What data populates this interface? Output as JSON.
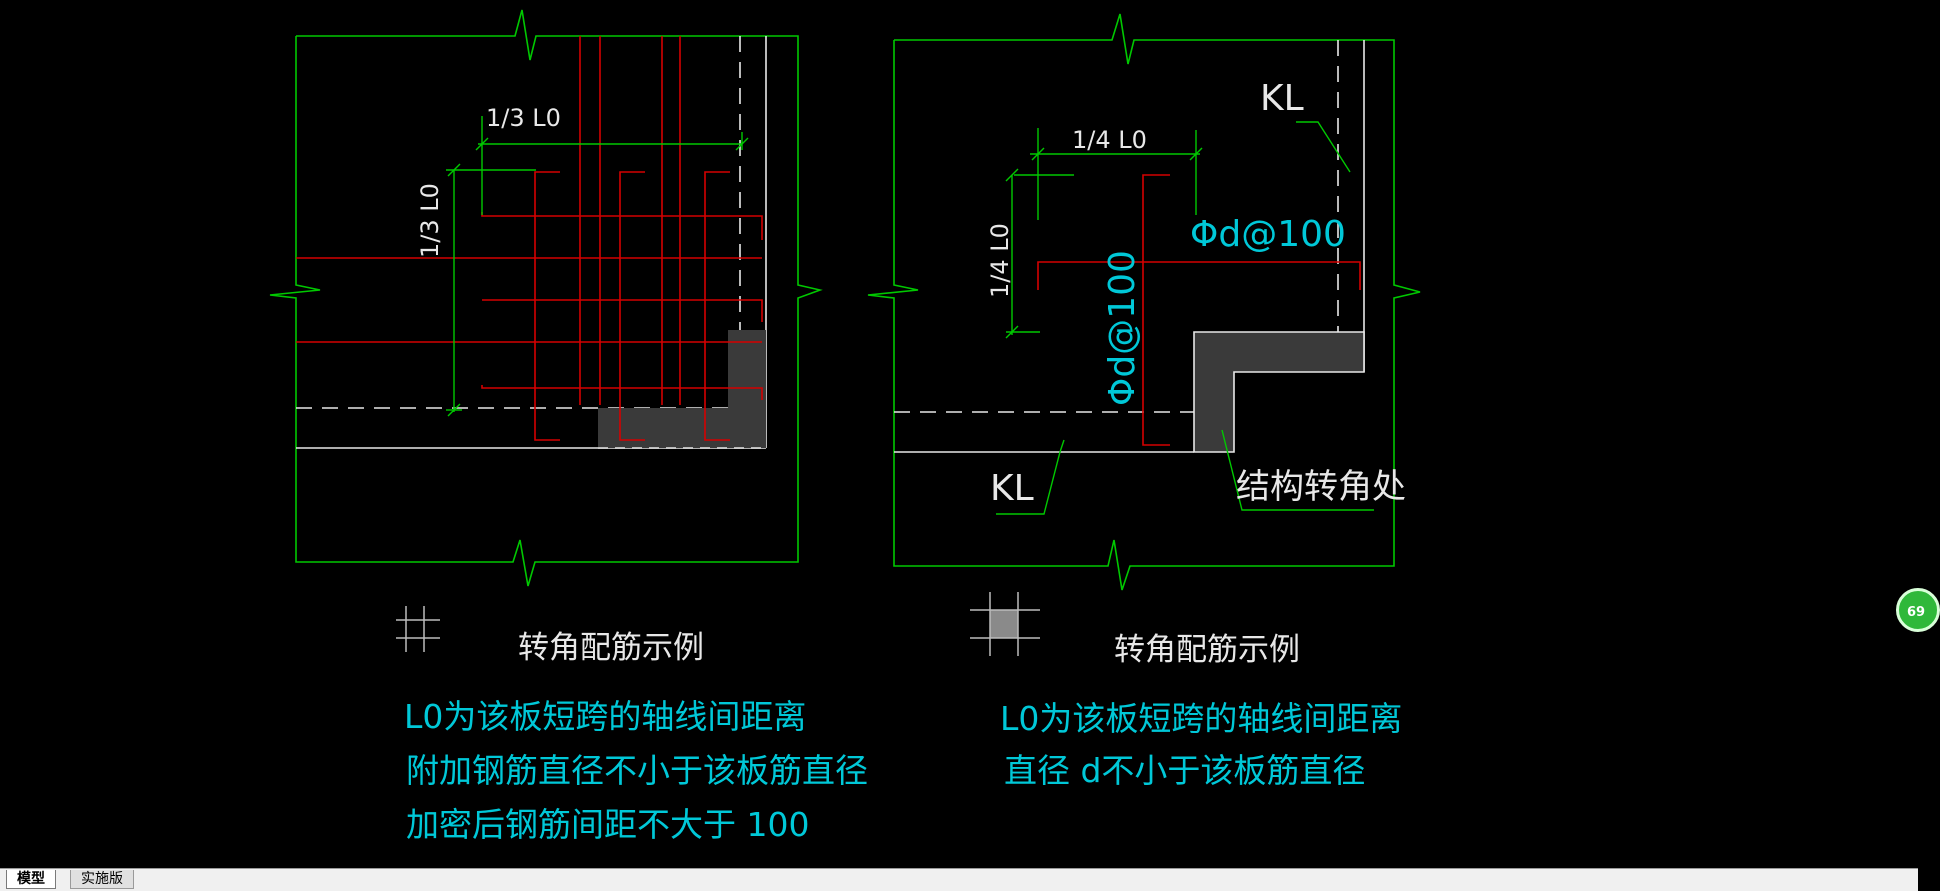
{
  "colors": {
    "background": "#000000",
    "border": "#00c800",
    "rebar": "#d40000",
    "cyan_text": "#00c8d8",
    "white": "#e8e8e8",
    "wall_fill": "#3a3a3a"
  },
  "left_detail": {
    "dim_horizontal": "1/3 L0",
    "dim_vertical": "1/3 L0",
    "title": "转角配筋示例",
    "notes": [
      "L0为该板短跨的轴线间距离",
      "附加钢筋直径不小于该板筋直径",
      "加密后钢筋间距不大于 100"
    ],
    "legend_icon": "hash-grid-icon"
  },
  "right_detail": {
    "dim_horizontal": "1/4 L0",
    "dim_vertical": "1/4 L0",
    "rebar_label_h": "Φd@100",
    "rebar_label_v": "Φd@100",
    "beam_label_top": "KL",
    "beam_label_bottom": "KL",
    "corner_label": "结构转角处",
    "title": "转角配筋示例",
    "notes": [
      "L0为该板短跨的轴线间距离",
      "直径 d不小于该板筋直径"
    ],
    "legend_icon": "filled-square-grid-icon"
  },
  "tabs": [
    {
      "label": "模型"
    },
    {
      "label": "实施版"
    }
  ],
  "badge": {
    "text": "69"
  }
}
